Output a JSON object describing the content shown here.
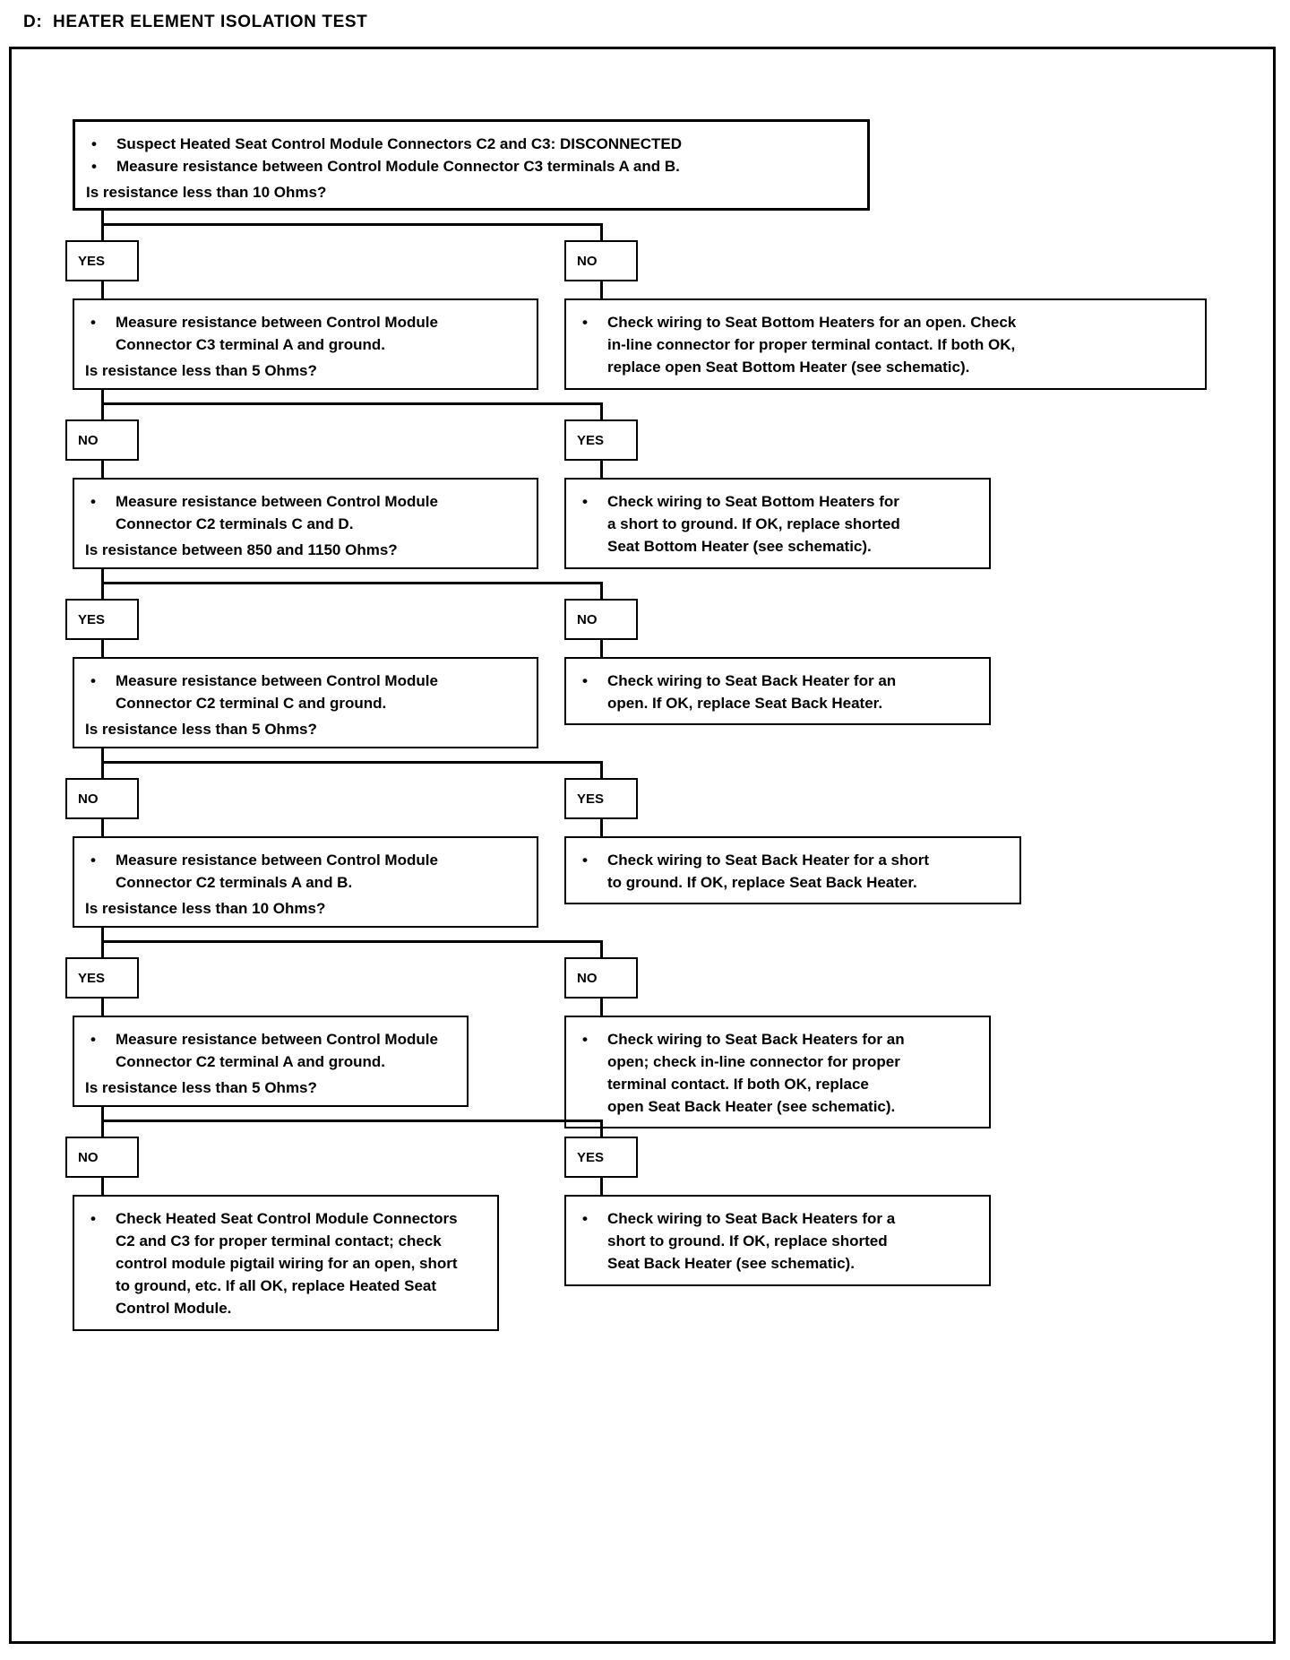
{
  "page": {
    "title": "D:  HEATER ELEMENT ISOLATION TEST",
    "ink_color": "#000000",
    "background_color": "#ffffff"
  },
  "labels": {
    "yes": "YES",
    "no": "NO",
    "bullet": "•"
  },
  "nodes": {
    "start": {
      "bullet1": "Suspect Heated Seat Control Module Connectors C2 and C3:  DISCONNECTED",
      "bullet2": "Measure resistance between Control Module Connector C3 terminals A and B.",
      "question": "Is resistance less than 10 Ohms?"
    },
    "step2": {
      "bullet1": "Measure resistance between Control Module\nConnector C3 terminal A and ground.",
      "question": "Is resistance less than 5 Ohms?"
    },
    "step3": {
      "bullet1": "Measure resistance between Control Module\nConnector C2 terminals C and D.",
      "question": "Is resistance between 850 and 1150 Ohms?"
    },
    "step4": {
      "bullet1": "Measure resistance between Control Module\nConnector C2 terminal C and ground.",
      "question": "Is resistance less than 5 Ohms?"
    },
    "step5": {
      "bullet1": "Measure resistance between Control Module\nConnector C2 terminals A and B.",
      "question": "Is resistance less than 10 Ohms?"
    },
    "step6": {
      "bullet1": "Measure resistance between Control Module\nConnector C2 terminal A and ground.",
      "question": "Is resistance less than 5 Ohms?"
    },
    "final_left": {
      "bullet1": "Check Heated Seat Control Module Connectors\nC2 and C3 for proper terminal contact; check\ncontrol module pigtail wiring for an open, short\nto ground, etc. If all OK, replace Heated Seat\nControl Module."
    },
    "result1": {
      "bullet1": "Check wiring to Seat Bottom Heaters for an open. Check\nin-line connector for proper terminal contact. If both OK,\nreplace open Seat Bottom Heater (see schematic)."
    },
    "result2": {
      "bullet1": "Check wiring to Seat Bottom Heaters for\na short to ground. If OK, replace shorted\nSeat Bottom Heater (see schematic)."
    },
    "result3": {
      "bullet1": "Check wiring to Seat Back Heater for an\nopen. If OK, replace Seat Back Heater."
    },
    "result4": {
      "bullet1": "Check wiring to Seat Back Heater for a short\nto ground. If OK, replace Seat Back Heater."
    },
    "result5": {
      "bullet1": "Check wiring to Seat Back Heaters for an\nopen; check in-line connector for proper\nterminal contact. If both OK, replace\nopen Seat Back Heater (see schematic)."
    },
    "result6": {
      "bullet1": "Check wiring to Seat Back Heaters for a\nshort to ground. If OK, replace shorted\nSeat Back Heater (see schematic)."
    }
  },
  "branches": {
    "b1": {
      "left": "YES",
      "right": "NO"
    },
    "b2": {
      "left": "NO",
      "right": "YES"
    },
    "b3": {
      "left": "YES",
      "right": "NO"
    },
    "b4": {
      "left": "NO",
      "right": "YES"
    },
    "b5": {
      "left": "YES",
      "right": "NO"
    },
    "b6": {
      "left": "NO",
      "right": "YES"
    }
  }
}
